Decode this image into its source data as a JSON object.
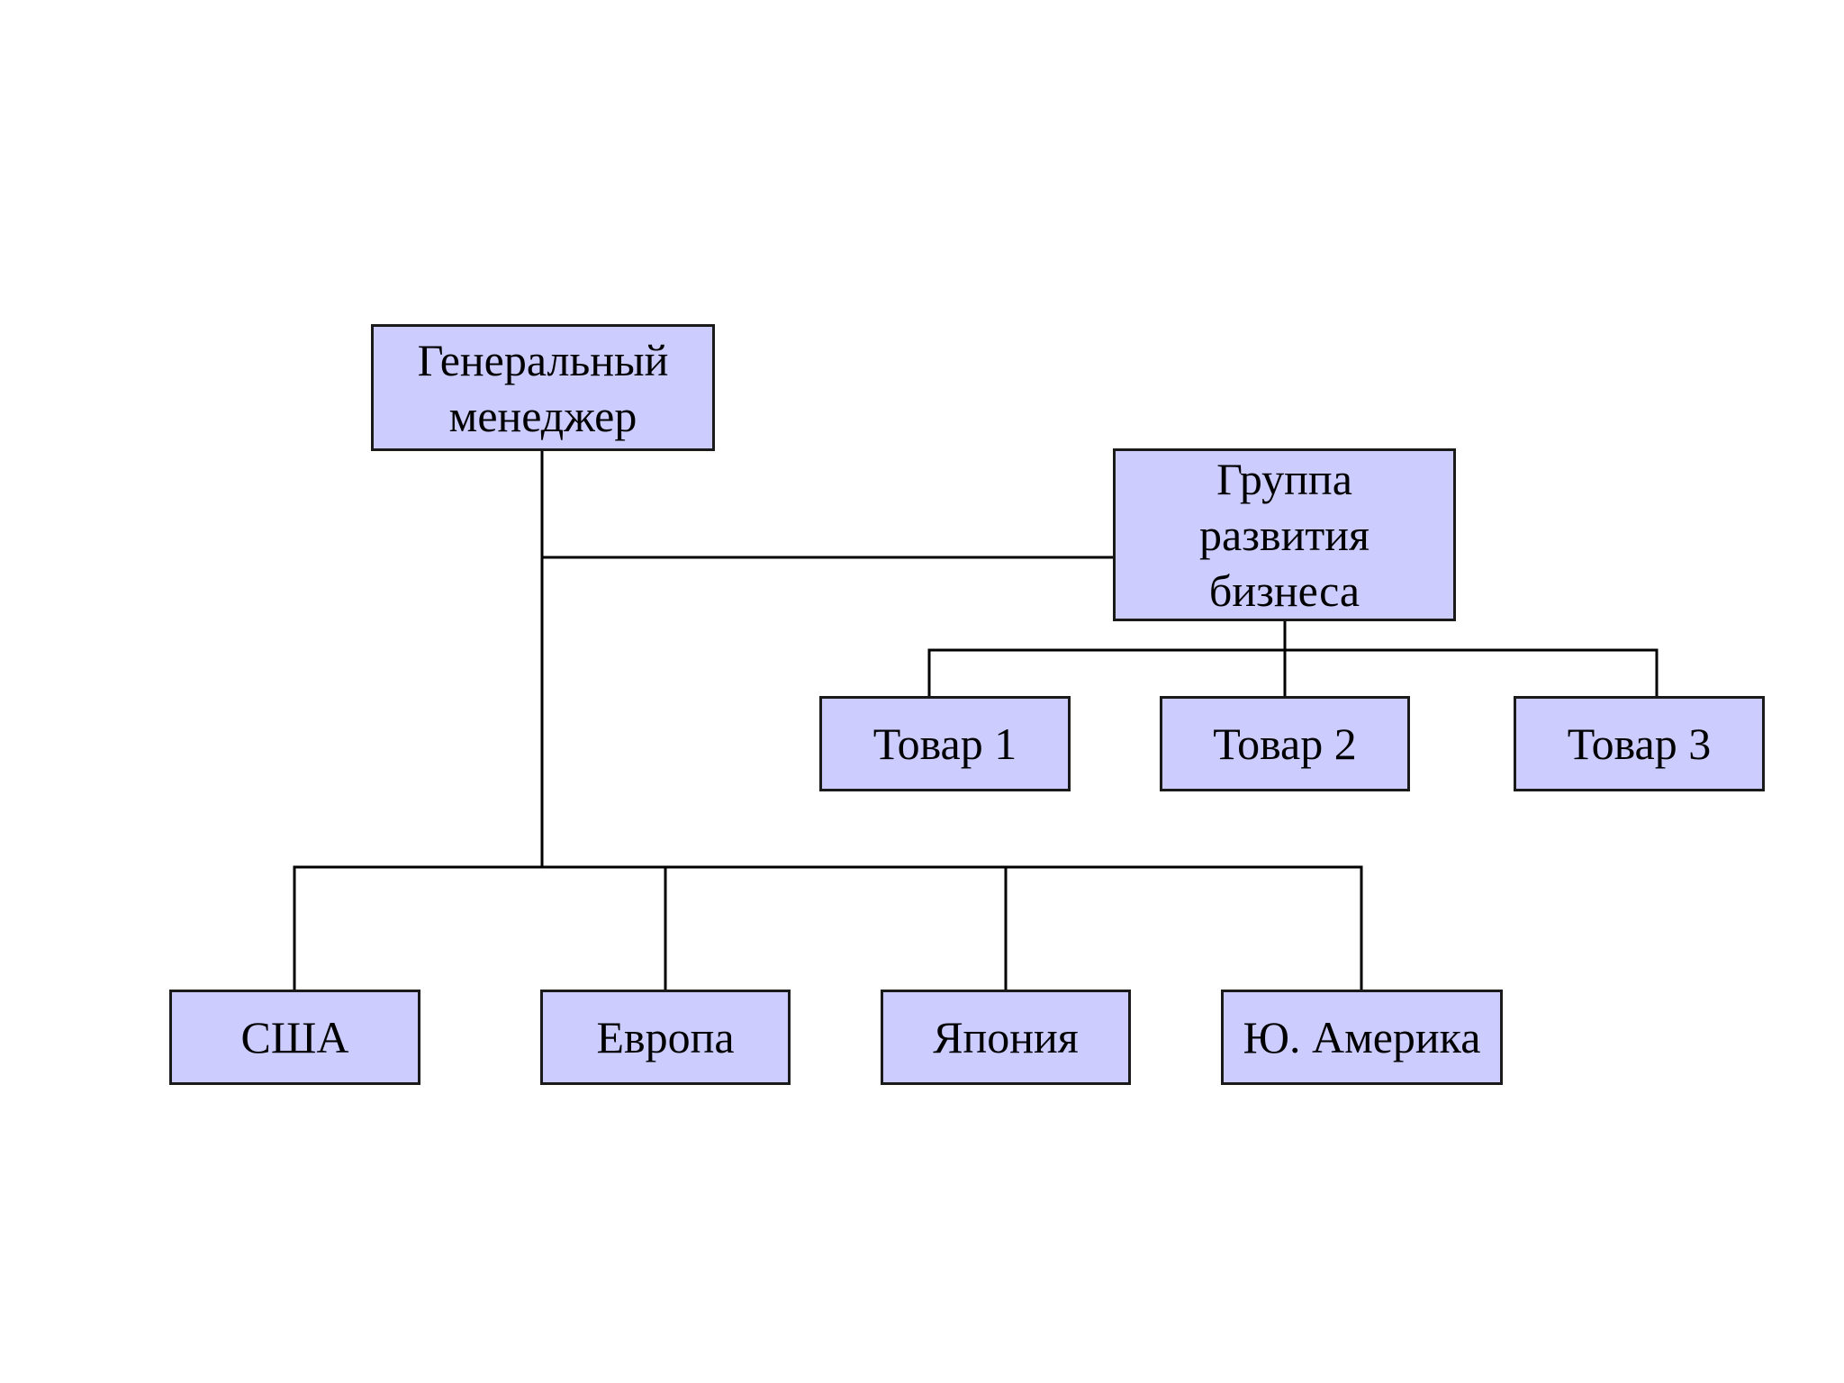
{
  "diagram": {
    "root": {
      "label": "Генеральный\nменеджер"
    },
    "business_group": {
      "label": "Группа\nразвития\nбизнеса"
    },
    "products": [
      {
        "label": "Товар 1"
      },
      {
        "label": "Товар 2"
      },
      {
        "label": "Товар 3"
      }
    ],
    "regions": [
      {
        "label": "США"
      },
      {
        "label": "Европа"
      },
      {
        "label": "Япония"
      },
      {
        "label": "Ю. Америка"
      }
    ],
    "colors": {
      "box_fill": "#ccccff",
      "box_border": "#1a1a1a",
      "connector": "#000000"
    }
  }
}
